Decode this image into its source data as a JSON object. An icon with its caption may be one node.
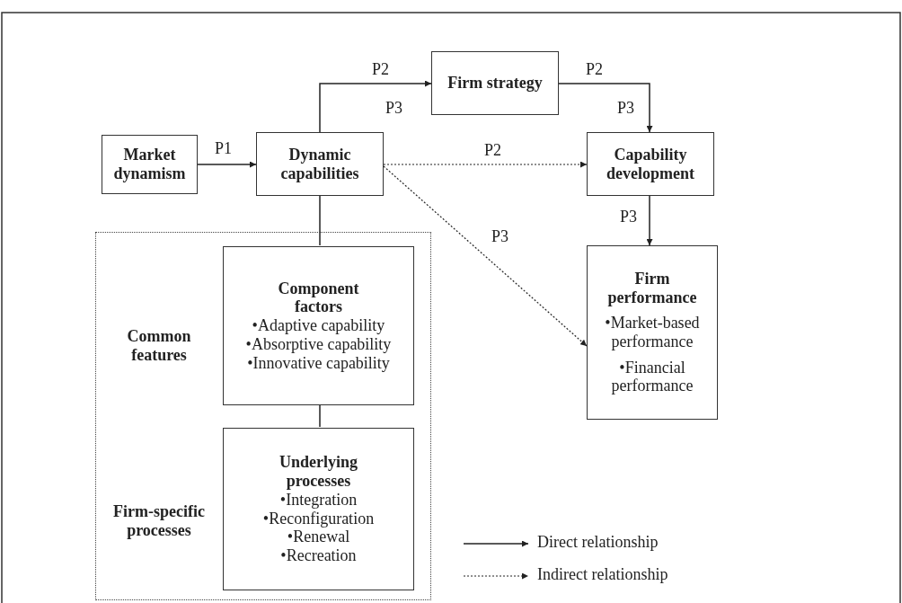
{
  "diagram": {
    "nodes": [
      {
        "text": [
          "Market dynamism"
        ]
      },
      {
        "text": [
          "Dynamic capabilities"
        ]
      },
      {
        "text": [
          "Firm strategy"
        ]
      },
      {
        "text": [
          "Capability development"
        ]
      },
      {
        "text": [
          "Firm performance",
          "•Market-based performance",
          "•Financial performance"
        ]
      },
      {
        "text": [
          "Common features",
          "Firm-specific processes"
        ]
      },
      {
        "text": [
          "Component factors",
          "•Adaptive capability",
          "•Absorptive capability",
          "•Innovative capability"
        ],
        "in": 5
      },
      {
        "text": [
          "Underlying processes",
          "•Integration",
          "•Reconfiguration",
          "•Renewal",
          "•Recreation"
        ],
        "in": 5
      }
    ],
    "edges": [
      {
        "from": 0,
        "to": 1,
        "arrow": "to",
        "label": "P1"
      },
      {
        "from": 1,
        "to": 2,
        "arrow": "to",
        "label": "P2"
      },
      {
        "from": 2,
        "to": 3,
        "arrow": "to",
        "label": "P2"
      },
      {
        "from": 1,
        "to": 3,
        "arrow": "to",
        "label": "P2",
        "style": "dashed"
      },
      {
        "from": 1,
        "to": 4,
        "arrow": "to",
        "label": "P3",
        "style": "dashed"
      },
      {
        "from": 3,
        "to": 4,
        "arrow": "to",
        "label": "P3"
      },
      {
        "from": 1,
        "to": 6,
        "arrow": "none"
      },
      {
        "from": 6,
        "to": 7,
        "arrow": "none"
      }
    ],
    "labels": [
      "P3",
      "P3"
    ],
    "legend": [
      {
        "text": "Direct relationship"
      },
      {
        "text": "Indirect relationship"
      }
    ]
  }
}
